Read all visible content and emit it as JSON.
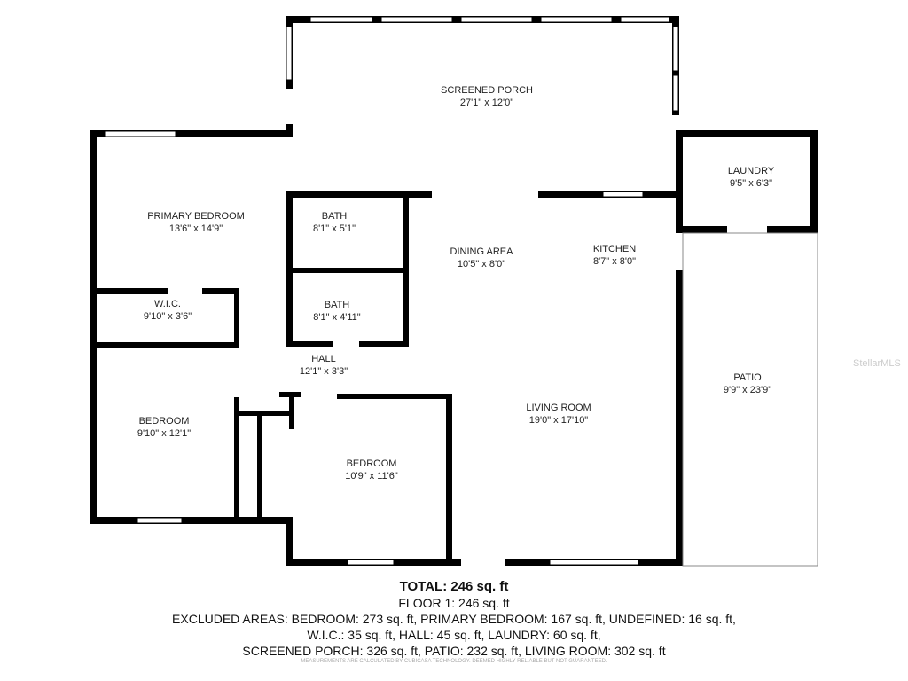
{
  "rooms": [
    {
      "name": "SCREENED PORCH",
      "dims": "27'1\" x 12'0\""
    },
    {
      "name": "LAUNDRY",
      "dims": "9'5\" x 6'3\""
    },
    {
      "name": "PRIMARY BEDROOM",
      "dims": "13'6\" x 14'9\""
    },
    {
      "name": "BATH",
      "dims": "8'1\" x 5'1\""
    },
    {
      "name": "DINING AREA",
      "dims": "10'5\" x 8'0\""
    },
    {
      "name": "KITCHEN",
      "dims": "8'7\" x 8'0\""
    },
    {
      "name": "W.I.C.",
      "dims": "9'10\" x 3'6\""
    },
    {
      "name": "BATH",
      "dims": "8'1\" x 4'11\""
    },
    {
      "name": "HALL",
      "dims": "12'1\" x 3'3\""
    },
    {
      "name": "PATIO",
      "dims": "9'9\" x 23'9\""
    },
    {
      "name": "LIVING ROOM",
      "dims": "19'0\" x 17'10\""
    },
    {
      "name": "BEDROOM",
      "dims": "9'10\" x 12'1\""
    },
    {
      "name": "BEDROOM",
      "dims": "10'9\" x 11'6\""
    }
  ],
  "summary": {
    "total": "TOTAL: 246 sq. ft",
    "floor": "FLOOR 1: 246 sq. ft",
    "excluded_1": "EXCLUDED AREAS: BEDROOM: 273 sq. ft, PRIMARY BEDROOM: 167 sq. ft, UNDEFINED: 16 sq. ft,",
    "excluded_2": "W.I.C.: 35 sq. ft, HALL: 45 sq. ft, LAUNDRY: 60 sq. ft,",
    "excluded_3": "SCREENED PORCH: 326 sq. ft, PATIO: 232 sq. ft, LIVING ROOM: 302 sq. ft",
    "disclaimer": "MEASUREMENTS ARE CALCULATED BY CUBICASA TECHNOLOGY. DEEMED HIGHLY RELIABLE BUT NOT GUARANTEED."
  },
  "watermark": "StellarMLS"
}
